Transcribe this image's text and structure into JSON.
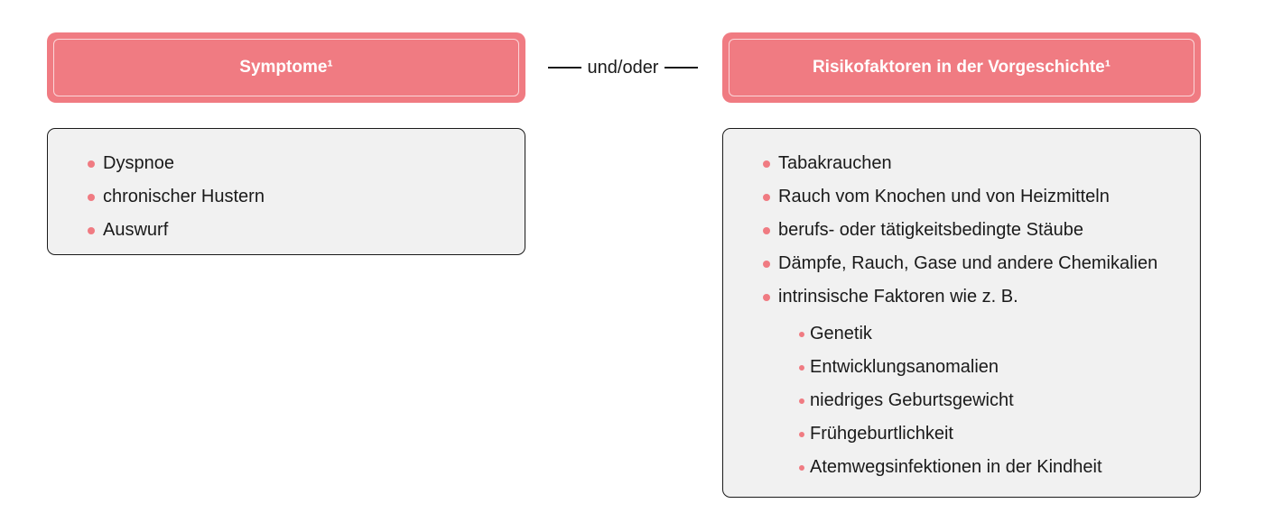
{
  "symptoms": {
    "title": "Symptome¹",
    "items": [
      "Dyspnoe",
      "chronischer Hustern",
      "Auswurf"
    ]
  },
  "connector": {
    "label": "und/oder"
  },
  "risk_factors": {
    "title": "Risikofaktoren in der Vorgeschichte¹",
    "items": [
      "Tabakrauchen",
      "Rauch vom Knochen und von Heizmitteln",
      "berufs- oder tätigkeitsbedingte Stäube",
      "Dämpfe, Rauch, Gase und andere Chemikalien",
      "intrinsische Faktoren wie z. B."
    ],
    "sub_items": [
      "Genetik",
      "Entwicklungsanomalien",
      "niedriges Geburtsgewicht",
      "Frühgeburtlichkeit",
      "Atemwegsinfektionen in der Kindheit"
    ]
  },
  "colors": {
    "accent": "#f07b82",
    "box_background": "#f1f1f1",
    "border": "#1a1a1a"
  }
}
